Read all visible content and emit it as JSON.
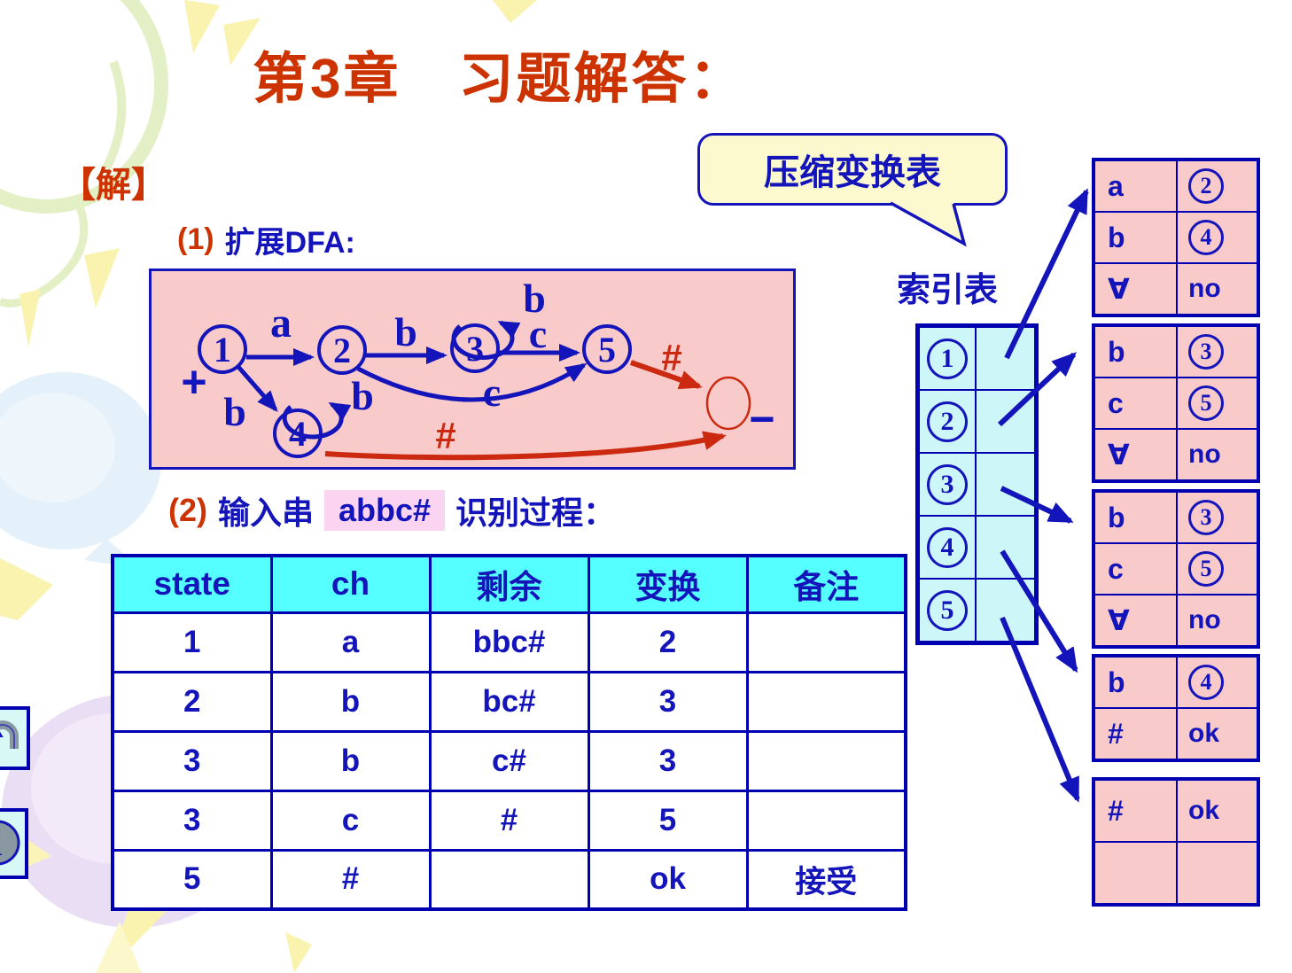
{
  "title": "第3章　习题解答：",
  "solution_label": "【解】",
  "section1": {
    "num": "(1)",
    "text": "扩展DFA:"
  },
  "section2": {
    "num": "(2)",
    "prefix": "输入串",
    "highlight": "abbc#",
    "suffix": "识别过程："
  },
  "dfa": {
    "states": {
      "s1": "1",
      "s2": "2",
      "s3": "3",
      "s4": "4",
      "s5": "5"
    },
    "start_marker": "+",
    "final_marker": "−",
    "edge_labels": {
      "e12": "a",
      "e23": "b",
      "e33": "b",
      "e35": "c",
      "e25": "c",
      "e14": "b",
      "e44": "b",
      "e5f": "#",
      "e4f": "#"
    }
  },
  "callout": {
    "label": "压缩变换表"
  },
  "index_table": {
    "title": "索引表",
    "rows": [
      "1",
      "2",
      "3",
      "4",
      "5"
    ]
  },
  "transition_tables": [
    {
      "rows": [
        {
          "in": "a",
          "out": "2"
        },
        {
          "in": "b",
          "out": "4"
        },
        {
          "in": "∀",
          "out": "no"
        }
      ]
    },
    {
      "rows": [
        {
          "in": "b",
          "out": "3"
        },
        {
          "in": "c",
          "out": "5"
        },
        {
          "in": "∀",
          "out": "no"
        }
      ]
    },
    {
      "rows": [
        {
          "in": "b",
          "out": "3"
        },
        {
          "in": "c",
          "out": "5"
        },
        {
          "in": "∀",
          "out": "no"
        }
      ]
    },
    {
      "rows": [
        {
          "in": "b",
          "out": "4"
        },
        {
          "in": "#",
          "out": "ok"
        }
      ]
    },
    {
      "rows": [
        {
          "in": "#",
          "out": "ok"
        },
        {
          "in": "",
          "out": ""
        }
      ]
    }
  ],
  "trace_table": {
    "headers": [
      "state",
      "ch",
      "剩余",
      "变换",
      "备注"
    ],
    "rows": [
      [
        "1",
        "a",
        "bbc#",
        "2",
        ""
      ],
      [
        "2",
        "b",
        "bc#",
        "3",
        ""
      ],
      [
        "3",
        "b",
        "c#",
        "3",
        ""
      ],
      [
        "3",
        "c",
        "#",
        "5",
        ""
      ],
      [
        "5",
        "#",
        "",
        "ok",
        "接受"
      ]
    ]
  },
  "icons": {
    "back": "u-turn-up-arrow",
    "info": "info-circle"
  },
  "colors": {
    "title_red": "#cc3300",
    "accent_blue": "#1414bb",
    "border_blue": "#0000b0",
    "dfa_red": "#cc2a10",
    "panel_pink": "#f8caca",
    "header_cyan": "#55ffff",
    "index_cyan": "#cdf6f8",
    "callout_yellow": "#fcf9cf",
    "highlight_pink": "#fbd4f2"
  }
}
